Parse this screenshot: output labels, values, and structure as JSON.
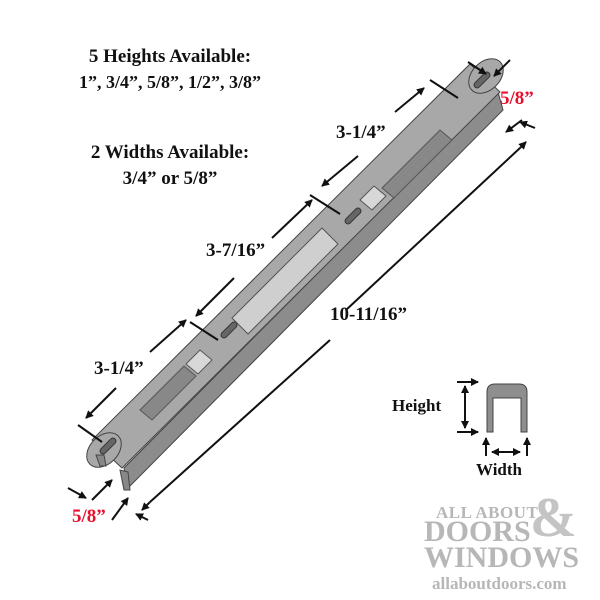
{
  "specs": {
    "heights_title": "5 Heights Available:",
    "heights_values": "1”, 3/4”, 5/8”, 1/2”, 3/8”",
    "widths_title": "2 Widths Available:",
    "widths_values": "3/4” or 5/8”"
  },
  "dimensions": {
    "top_width": "5/8”",
    "bottom_width": "5/8”",
    "upper_segment": "3-1/4”",
    "middle_segment": "3-7/16”",
    "lower_segment": "3-1/4”",
    "overall_length": "10-11/16”"
  },
  "profile_legend": {
    "height_label": "Height",
    "width_label": "Width"
  },
  "logo": {
    "line1": "ALL ABOUT",
    "line2": "DOORS",
    "ampersand": "&",
    "line3": "WINDOWS",
    "url": "allaboutdoors.com"
  },
  "colors": {
    "accent_red": "#e8102e",
    "text": "#111111",
    "part_top": "#a9a9a9",
    "part_side": "#8a8a8a",
    "logo_gray": "#b7b7b7"
  }
}
